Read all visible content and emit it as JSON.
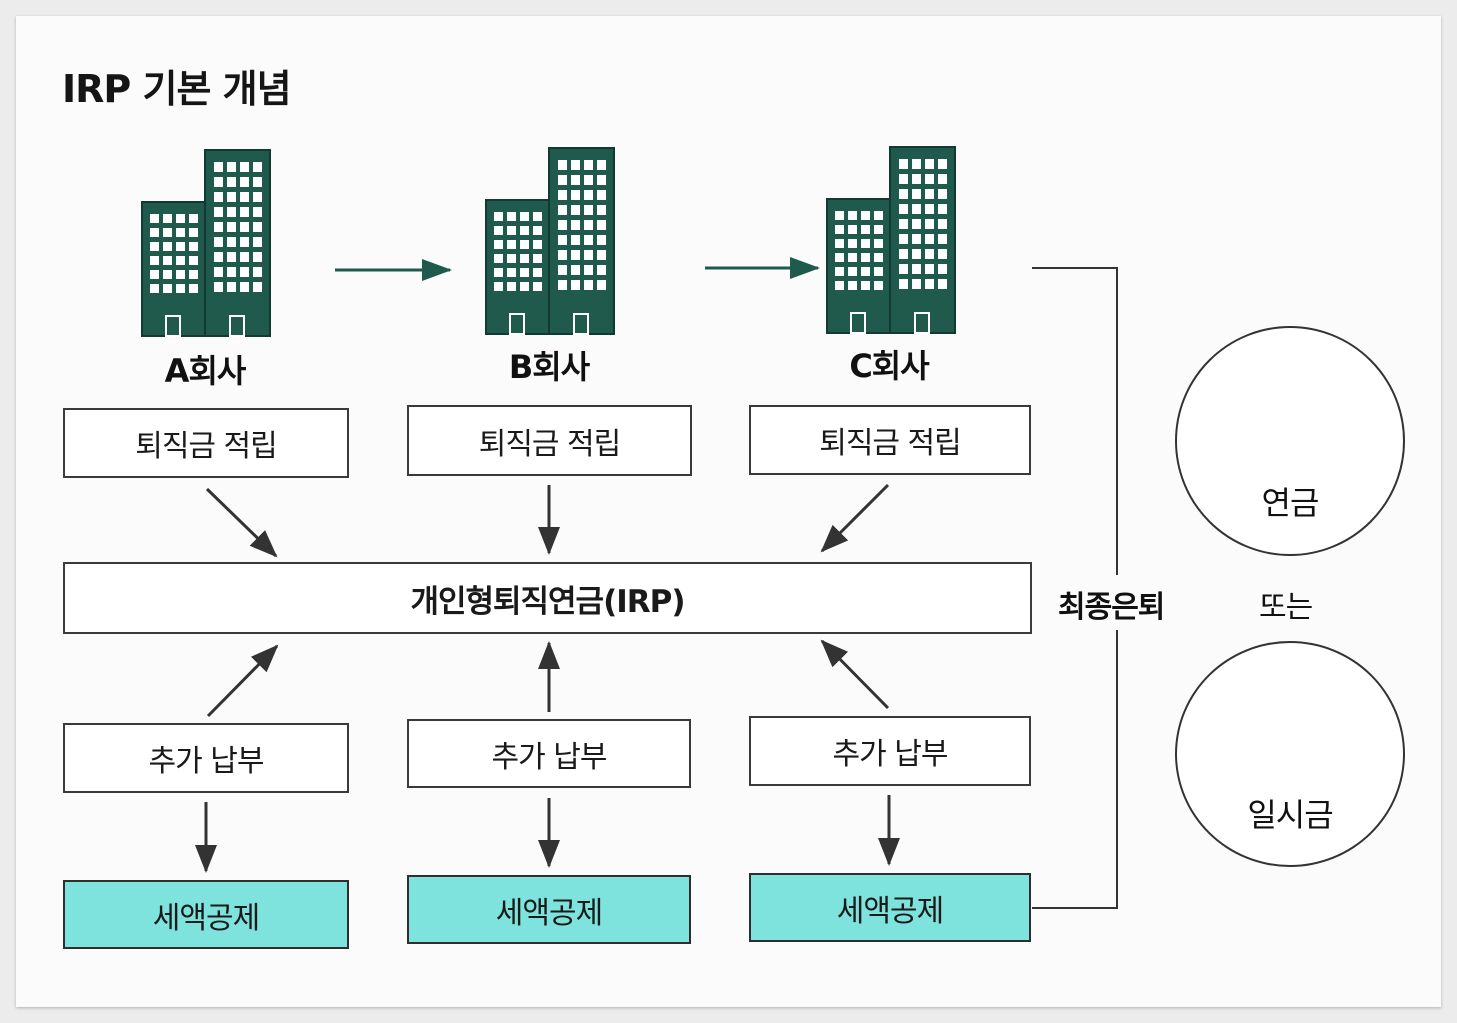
{
  "title": "IRP 기본 개념",
  "companies": [
    {
      "label": "A회사",
      "accumulate": "퇴직금 적립",
      "additional": "추가 납부",
      "tax": "세액공제"
    },
    {
      "label": "B회사",
      "accumulate": "퇴직금 적립",
      "additional": "추가 납부",
      "tax": "세액공제"
    },
    {
      "label": "C회사",
      "accumulate": "퇴직금 적립",
      "additional": "추가 납부",
      "tax": "세액공제"
    }
  ],
  "irp": "개인형퇴직연금(IRP)",
  "final_retirement": "최종은퇴",
  "or_text": "또는",
  "outcomes": {
    "pension": {
      "label": "연금",
      "icon": "pension-certificate-icon"
    },
    "lump_sum": {
      "label": "일시금",
      "icon": "money-bag-icon"
    }
  },
  "won_symbol": "₩",
  "colors": {
    "building": "#1f5a4c",
    "tax_box": "#7ee3dc",
    "line": "#333333"
  }
}
